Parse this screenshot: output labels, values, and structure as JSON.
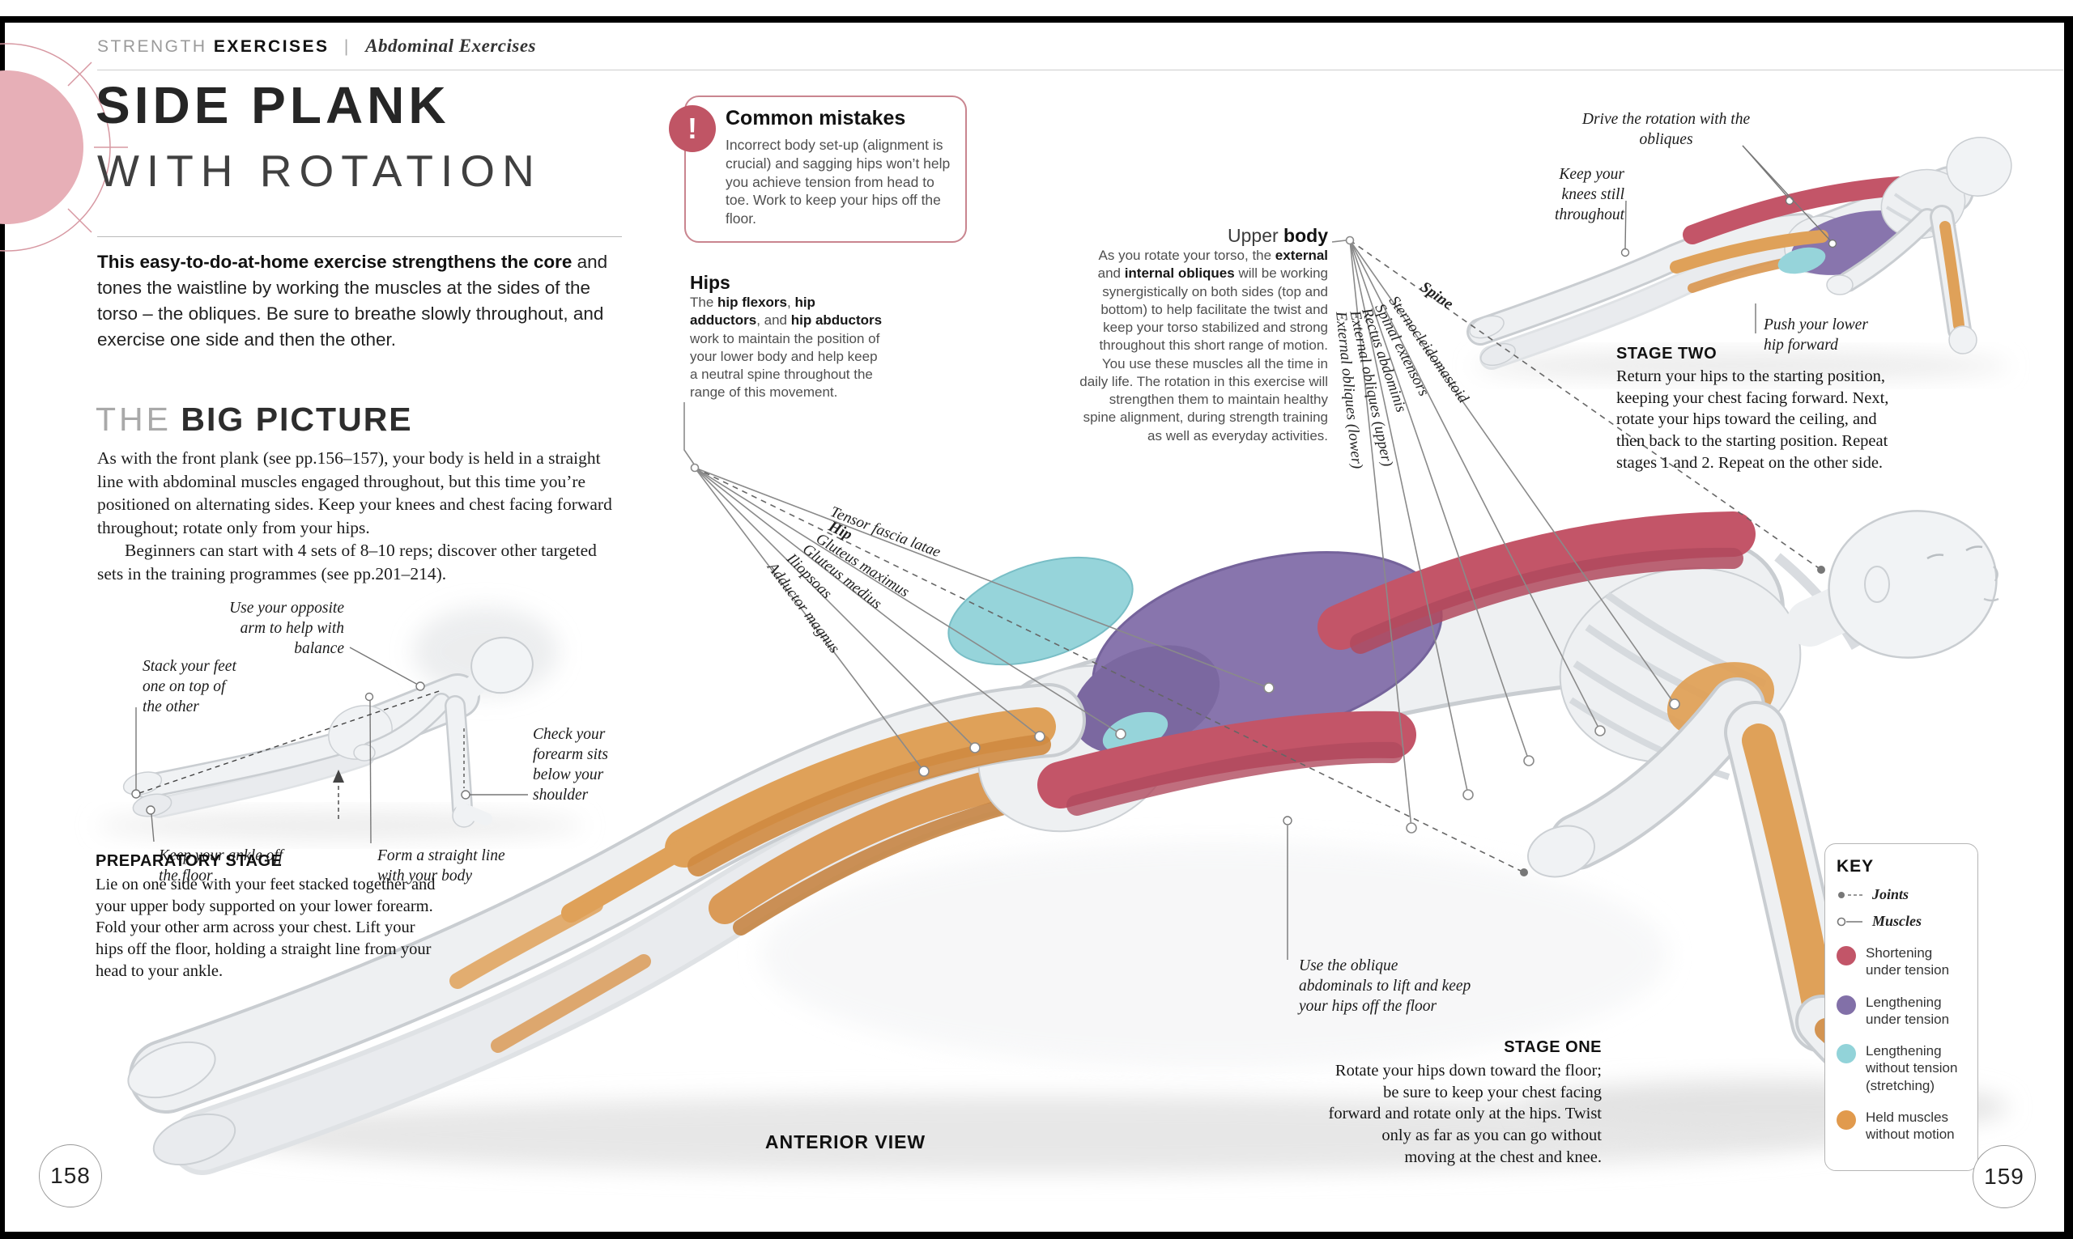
{
  "header": {
    "kicker_light": "STRENGTH",
    "kicker_bold": "EXERCISES",
    "divider": "|",
    "section": "Abdominal Exercises"
  },
  "title": {
    "line1": "SIDE PLANK",
    "line2": "WITH ROTATION"
  },
  "intro": {
    "bold": "This easy-to-do-at-home exercise strengthens the core",
    "rest": " and tones the waistline by working the muscles at the sides of the torso – the obliques. Be sure to breathe slowly throughout, and exercise one side and then the other."
  },
  "big_picture": {
    "heading_light": "THE",
    "heading_bold": "BIG PICTURE",
    "para1": "As with the front plank (see pp.156–157), your body is held in a straight line with abdominal muscles engaged throughout, but this time you’re positioned on alternating sides. Keep your knees and chest facing forward throughout; rotate only from your hips.",
    "para2": "Beginners can start with 4 sets of 8–10 reps; discover other targeted sets in the training programmes (see pp.201–214)."
  },
  "common_mistakes": {
    "icon": "!",
    "title": "Common mistakes",
    "body": "Incorrect body set-up (alignment is crucial) and sagging hips won’t help you achieve tension from head to toe. Work to keep your hips off the floor."
  },
  "hips": {
    "title": "Hips",
    "t1": "The ",
    "b1": "hip flexors",
    "t2": ", ",
    "b2": "hip adductors",
    "t3": ", and ",
    "b3": "hip abductors",
    "t4": " work to maintain the position of your lower body and help keep a neutral spine throughout the range of this movement."
  },
  "upper_body": {
    "title_light": "Upper ",
    "title_bold": "body",
    "t1": "As you rotate your torso, the ",
    "b1": "external",
    "t2": " and ",
    "b2": "internal obliques",
    "t3": " will be working synergistically on both sides (top and bottom) to help facilitate the twist and keep your torso stabilized and strong throughout this short range of motion. You use these muscles all the time in daily life. The rotation in this exercise will strengthen them to maintain healthy spine alignment, during strength training as well as everyday activities."
  },
  "muscle_labels": {
    "hip_fan": [
      "Tensor fascia latae",
      "Hip",
      "Gluteus maximus",
      "Gluteus medius",
      "Iliopsoas",
      "Adductor magnus"
    ],
    "spine_fan": [
      "Spine",
      "Sternocleidomastoid",
      "Spinal extensors",
      "Rectus abdominis",
      "External obliques (upper)",
      "External obliques (lower)"
    ]
  },
  "annotations": {
    "prep": [
      "Use your opposite arm to help with balance",
      "Stack your feet one on top of the other",
      "Check your forearm sits below your shoulder",
      "Keep your ankle off the floor",
      "Form a straight line with your body"
    ],
    "stage2": [
      "Drive the rotation with the obliques",
      "Keep your knees still throughout",
      "Push your lower hip forward"
    ],
    "main": [
      "Use the oblique abdominals to lift and keep your hips off the floor"
    ]
  },
  "stages": {
    "prep": {
      "title": "PREPARATORY STAGE",
      "body": "Lie on one side with your feet stacked together and your upper body supported on your lower forearm. Fold your other arm across your chest. Lift your hips off the floor, holding a straight line from your head to your ankle."
    },
    "one": {
      "title": "STAGE ONE",
      "body": "Rotate your hips down toward the floor; be sure to keep your chest facing forward and rotate only at the hips. Twist only as far as you can go without moving at the chest and knee."
    },
    "two": {
      "title": "STAGE TWO",
      "body": "Return your hips to the starting position, keeping your chest facing forward. Next, rotate your hips toward the ceiling, and then back to the starting position. Repeat stages 1 and 2. Repeat on the other side."
    }
  },
  "key": {
    "title": "KEY",
    "joints": "Joints",
    "muscles": "Muscles",
    "items": [
      {
        "label": "Shortening under tension",
        "color": "#c25568"
      },
      {
        "label": "Lengthening under tension",
        "color": "#8270a8"
      },
      {
        "label": "Lengthening without tension (stretching)",
        "color": "#92d3d9"
      },
      {
        "label": "Held muscles without motion",
        "color": "#e19a4d"
      }
    ]
  },
  "footer": {
    "view_label": "ANTERIOR VIEW",
    "page_left": "158",
    "page_right": "159"
  },
  "colors": {
    "accent_red": "#c05565",
    "deco_pink": "#e7afb7"
  }
}
